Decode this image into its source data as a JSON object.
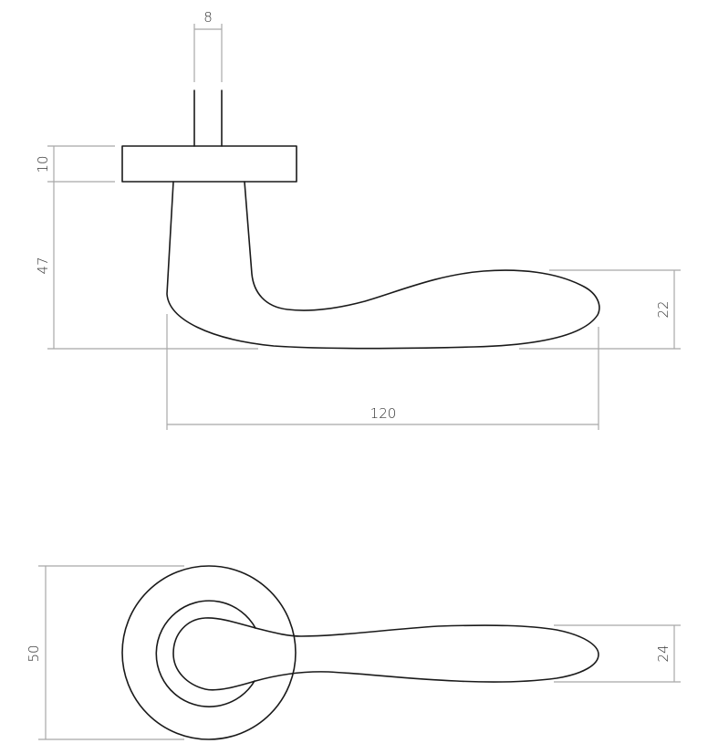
{
  "drawing": {
    "subject": "door handle on round rose",
    "side_view": {
      "spindle_width": "8",
      "rose_thickness": "10",
      "handle_height": "47",
      "grip_height": "22",
      "handle_length": "120"
    },
    "top_view": {
      "rose_diameter": "50",
      "grip_width": "24"
    }
  },
  "colors": {
    "outline": "#1a1a1a",
    "dimension_line": "#a8a8a8",
    "background": "#ffffff"
  }
}
